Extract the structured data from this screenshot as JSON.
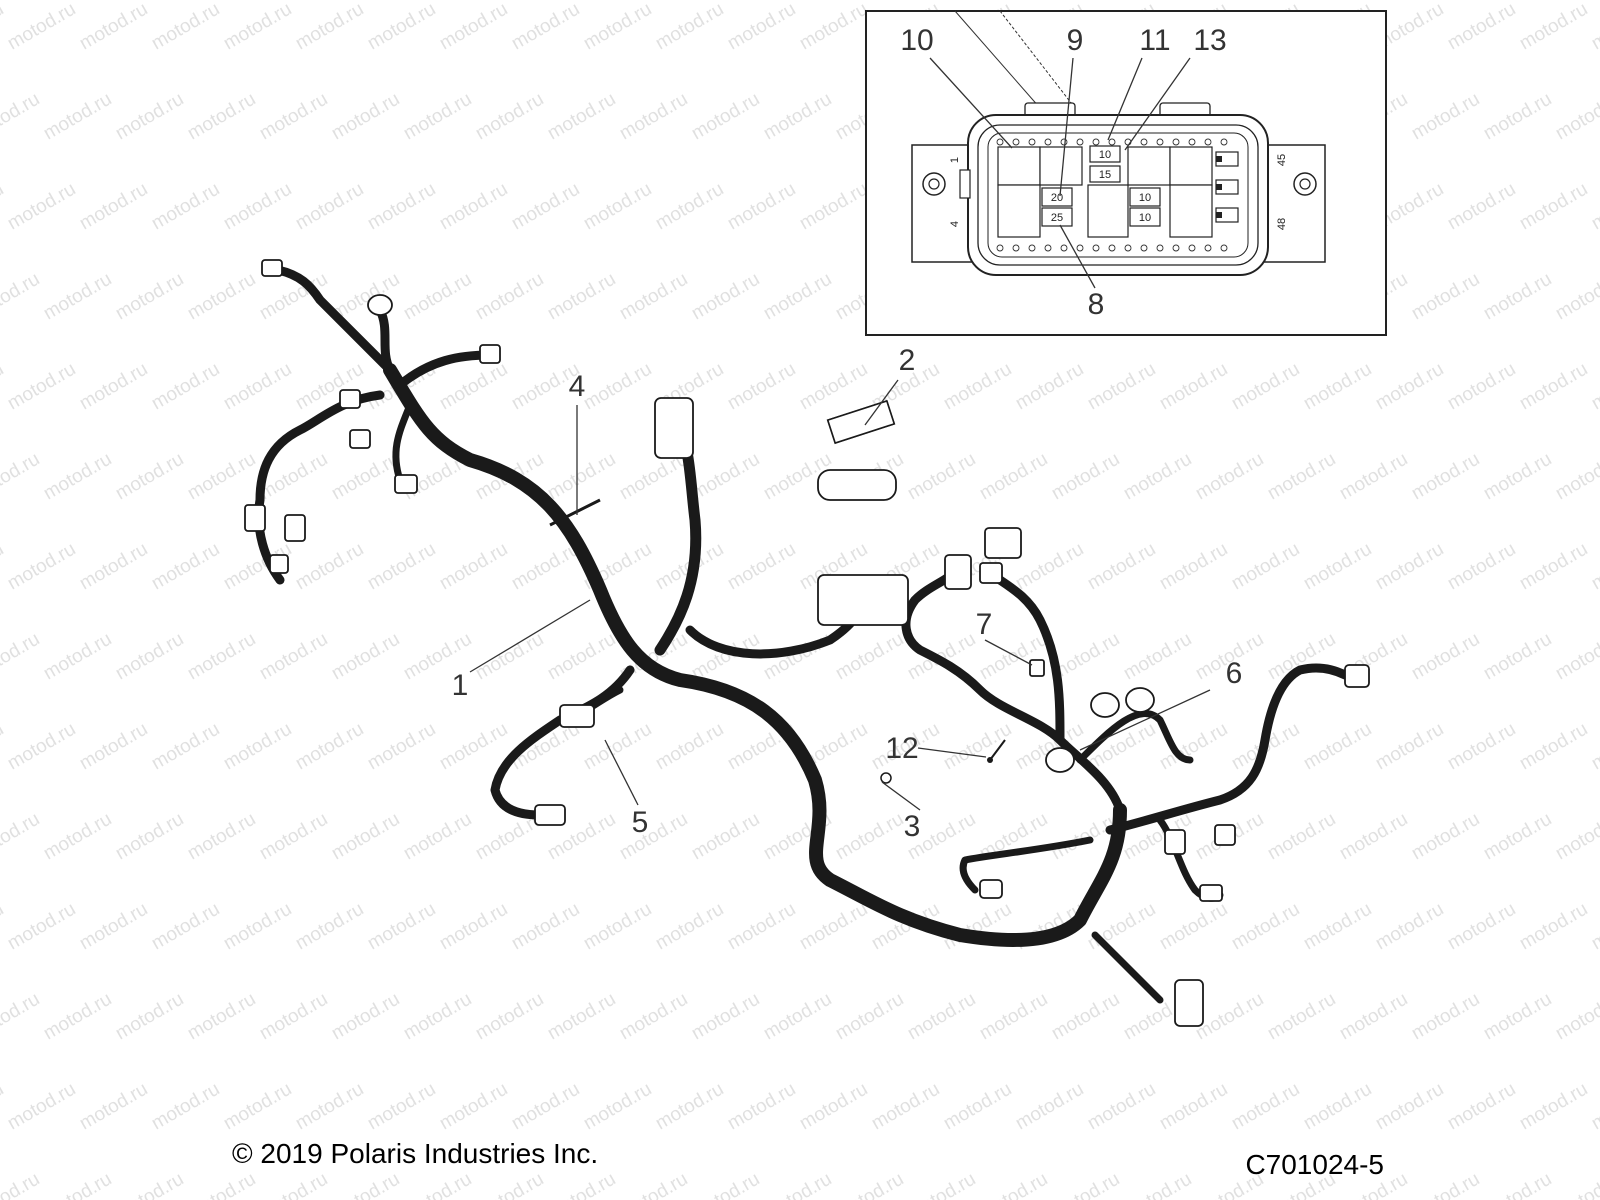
{
  "watermark": "motod.ru",
  "inset": {
    "callouts": [
      "10",
      "9",
      "11",
      "13",
      "8"
    ],
    "fuses": [
      "20",
      "25",
      "10",
      "15",
      "10",
      "10"
    ],
    "pins": [
      "1",
      "4",
      "45",
      "48"
    ]
  },
  "callouts": [
    "1",
    "2",
    "3",
    "4",
    "5",
    "6",
    "7",
    "12"
  ],
  "footer": {
    "copyright": "© 2019 Polaris Industries Inc.",
    "code": "C701024-5"
  }
}
